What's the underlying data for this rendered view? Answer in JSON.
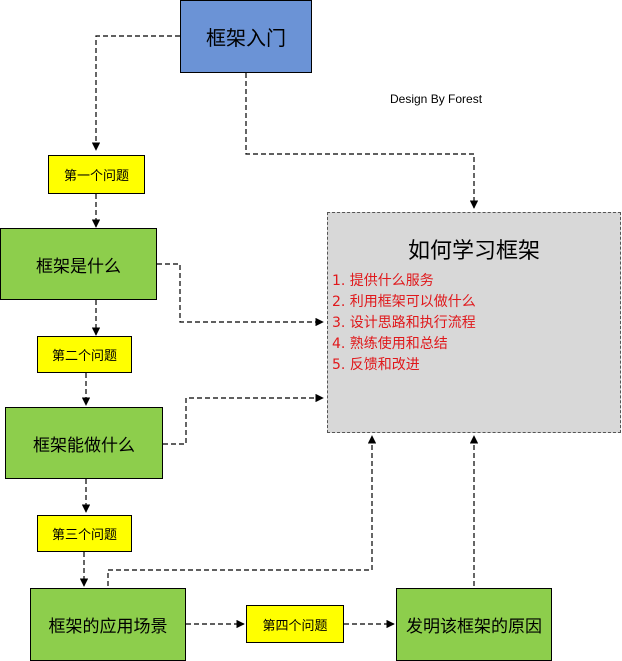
{
  "credit": "Design By Forest",
  "nodes": {
    "intro": "框架入门",
    "what": "框架是什么",
    "can_do": "框架能做什么",
    "scenarios": "框架的应用场景",
    "origin": "发明该框架的原因"
  },
  "questions": {
    "q1": "第一个问题",
    "q2": "第二个问题",
    "q3": "第三个问题",
    "q4": "第四个问题"
  },
  "main": {
    "title": "如何学习框架",
    "items": [
      "1. 提供什么服务",
      "2. 利用框架可以做什么",
      "3. 设计思路和执行流程",
      "4. 熟练使用和总结",
      "5. 反馈和改进"
    ]
  },
  "colors": {
    "blue_box": "#6b93d6",
    "green_box": "#8dce4c",
    "yellow_box": "#ffff00",
    "main_box": "#d8d8d8",
    "list_text": "#e0181b"
  }
}
